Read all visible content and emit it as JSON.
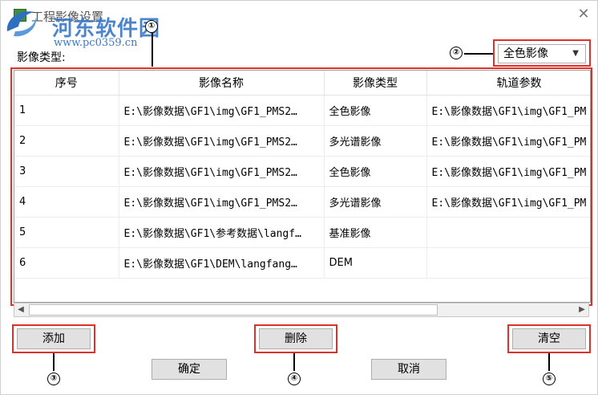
{
  "window": {
    "title": "工程影像设置"
  },
  "watermark": {
    "title": "河东软件园",
    "url": "www.pc0359.cn"
  },
  "filter": {
    "label": "影像类型:",
    "selected": "全色影像"
  },
  "callouts": {
    "c1": "①",
    "c2": "②",
    "c3": "③",
    "c4": "④",
    "c5": "⑤"
  },
  "table": {
    "headers": {
      "index": "序号",
      "name": "影像名称",
      "type": "影像类型",
      "orbit": "轨道参数"
    },
    "rows": [
      {
        "index": "1",
        "name": "E:\\影像数据\\GF1\\img\\GF1_PMS2…",
        "type": "全色影像",
        "orbit": "E:\\影像数据\\GF1\\img\\GF1_PM"
      },
      {
        "index": "2",
        "name": "E:\\影像数据\\GF1\\img\\GF1_PMS2…",
        "type": "多光谱影像",
        "orbit": "E:\\影像数据\\GF1\\img\\GF1_PM"
      },
      {
        "index": "3",
        "name": "E:\\影像数据\\GF1\\img\\GF1_PMS2…",
        "type": "全色影像",
        "orbit": "E:\\影像数据\\GF1\\img\\GF1_PM"
      },
      {
        "index": "4",
        "name": "E:\\影像数据\\GF1\\img\\GF1_PMS2…",
        "type": "多光谱影像",
        "orbit": "E:\\影像数据\\GF1\\img\\GF1_PM"
      },
      {
        "index": "5",
        "name": "E:\\影像数据\\GF1\\参考数据\\langf…",
        "type": "基准影像",
        "orbit": ""
      },
      {
        "index": "6",
        "name": "E:\\影像数据\\GF1\\DEM\\langfang…",
        "type": "DEM",
        "orbit": ""
      }
    ]
  },
  "buttons": {
    "add": "添加",
    "delete": "删除",
    "clear": "清空",
    "ok": "确定",
    "cancel": "取消"
  },
  "colors": {
    "highlight": "#e0302a",
    "watermark": "#3a78c8"
  }
}
